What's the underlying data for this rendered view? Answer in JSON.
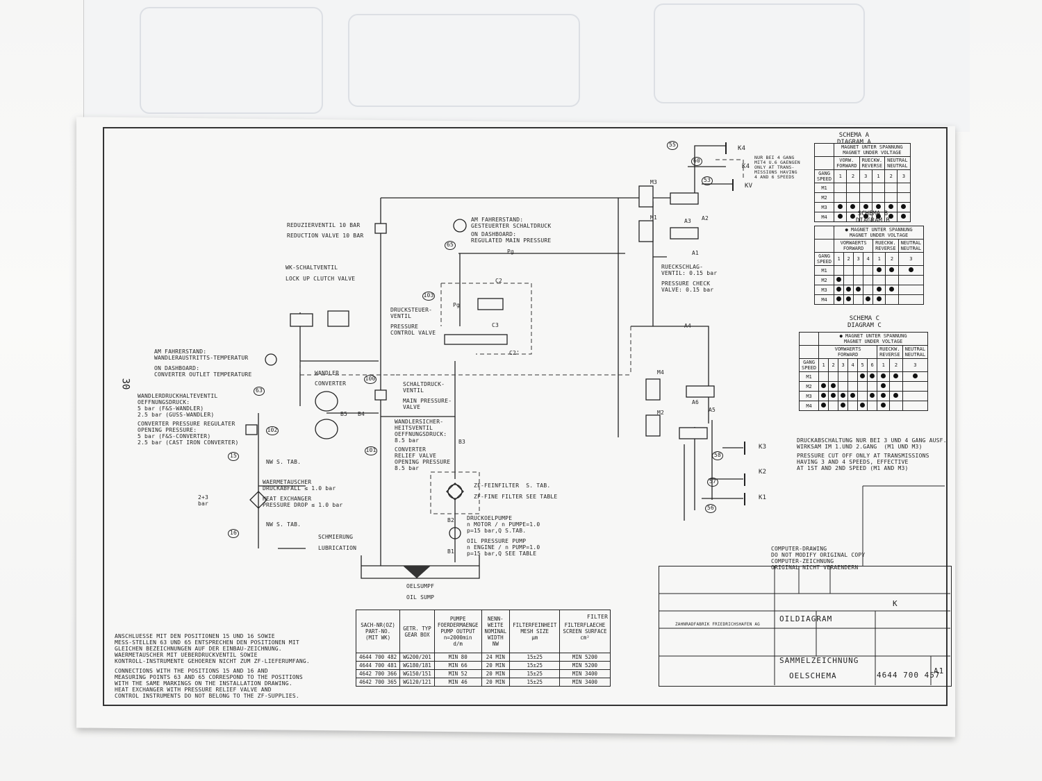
{
  "page_number": "30",
  "labels": {
    "reduzierventil": "REDUZIERVENTIL 10 BAR",
    "reduction": "REDUCTION VALVE 10 BAR",
    "wk": "WK-SCHALTVENTIL",
    "lockup": "LOCK UP CLUTCH VALVE",
    "am_fahrer": "AM FAHRERSTAND:\nGESTEUERTER SCHALTDRUCK",
    "on_dash": "ON DASHBOARD:\nREGULATED MAIN PRESSURE",
    "pg": "Pg",
    "drucksteuer": "DRUCKSTEUER-\nVENTIL",
    "pressure_control": "PRESSURE\nCONTROL VALVE",
    "am_fahrer2": "AM FAHRERSTAND:\nWANDLERAUSTRITTS-TEMPERATUR",
    "on_dash2": "ON DASHBOARD:\nCONVERTER OUTLET TEMPERATURE",
    "wandler": "WANDLER",
    "converter": "CONVERTER",
    "schaltdruck": "SCHALTDRUCK-\nVENTIL",
    "main_pressure": "MAIN PRESSURE-\nVALVE",
    "wandlerdruck": "WANDLERDRUCKHALTEVENTIL\nOEFFNUNGSDRUCK:\n5 bar (F&S-WANDLER)\n2.5 bar (GUSS-WANDLER)",
    "conv_reg": "CONVERTER PRESSURE REGULATER\nOPENING PRESSURE:\n5 bar (F&S-CONVERTER)\n2.5 bar (CAST IRON CONVERTER)",
    "wandlersicher": "WANDLERSICHER-\nHEITSVENTIL\nOEFFNUNGSDRUCK:\n8.5 bar",
    "conv_relief": "CONVERTER\nRELIEF VALVE\nOPENING PRESSURE\n8.5 bar",
    "nw1": "NW S. TAB.",
    "nw2": "NW S. TAB.",
    "waerme": "WAERMETAUSCHER\nDRUCKABFALL ≤ 1.0 bar",
    "heat": "HEAT EXCHANGER\nPRESSURE DROP ≤ 1.0 bar",
    "two_plus": "2+3\nbar",
    "schmierung": "SCHMIERUNG",
    "lubrication": "LUBRICATION",
    "feinfilter": "ZF-FEINFILTER  S. TAB.",
    "finefilter": "ZF-FINE FILTER SEE TABLE",
    "druckoel": "DRUCKOELPUMPE\nn MOTOR / n PUMPE=1.0\np=15 bar,Q S.TAB.",
    "oilpump": "OIL PRESSURE PUMP\nn ENGINE / n PUMP=1.0\np=15 bar,Q SEE TABLE",
    "oelsumpf": "OELSUMPF",
    "oilsump": "OIL SUMP",
    "rueck": "RUECKSCHLAG-\nVENTIL: 0.15 bar",
    "pcheck": "PRESSURE CHECK\nVALVE: 0.15 bar",
    "nur_bei": "NUR BEI 4 GANG\nMIT4 U.6 GAENGEN\nONLY AT TRANS-\nMISSIONS HAVING\n4 AND 6 SPEEDS",
    "druckab": "DRUCKABSCHALTUNG NUR BEI 3 UND 4 GANG AUSF.\nWIRKSAM IM 1.UND 2.GANG  (M1 UND M3)",
    "pcut": "PRESSURE CUT OFF ONLY AT TRANSMISSIONS\nHAVING 3 AND 4 SPEEDS, EFFECTIVE\nAT 1ST AND 2ND SPEED (M1 AND M3)",
    "anschl": "ANSCHLUESSE MIT DEN POSITIONEN 15 UND 16 SOWIE\nMESS-STELLEN 63 UND 65 ENTSPRECHEN DEN POSITIONEN MIT\nGLEICHEN BEZEICHNUNGEN AUF DER EINBAU-ZEICHNUNG.\nWAERMETAUSCHER MIT UEBERDRUCKVENTIL SOWIE\nKONTROLL-INSTRUMENTE GEHOEREN NICHT ZUM ZF-LIEFERUMFANG.",
    "connections": "CONNECTIONS WITH THE POSITIONS 15 AND 16 AND\nMEASURING POINTS 63 AND 65 CORRESPOND TO THE POSITIONS\nWITH THE SAME MARKINGS ON THE INSTALLATION DRAWING.\nHEAT EXCHANGER WITH PRESSURE RELIEF VALVE AND\nCONTROL INSTRUMENTS DO NOT BELONG TO THE ZF-SUPPLIES.",
    "computer": "COMPUTER-DRAWING\nDO NOT MODIFY ORIGINAL COPY\nCOMPUTER-ZEICHNUNG\nORIGINAL NICHT VERAENDERN",
    "filter_h": "FILTER"
  },
  "markers": [
    "55",
    "60",
    "53",
    "103",
    "65",
    "100",
    "63",
    "102",
    "101",
    "15",
    "16",
    "58",
    "57",
    "56"
  ],
  "ports": [
    "K4",
    "K4",
    "KV",
    "K3",
    "K2",
    "K1",
    "M3",
    "M1",
    "M4",
    "M2",
    "A3",
    "A2",
    "A1",
    "A4",
    "A5",
    "A6",
    "C2",
    "C3",
    "C2'",
    "B5",
    "B4",
    "B3",
    "B2",
    "B1"
  ],
  "schema_a": {
    "title": "SCHEMA A\nDIAGRAM A",
    "magnet": "MAGNET UNTER SPANNUNG\nMAGNET UNDER VOLTAGE",
    "cols": [
      "VORW.\nFORWARD",
      "RUECKW.\nREVERSE",
      "NEUTRAL\nNEUTRAL"
    ],
    "gang": "GANG\nSPEED",
    "nums": [
      "1",
      "2",
      "3",
      "1",
      "2",
      "3"
    ],
    "rows": [
      {
        "m": "M1",
        "d": [
          0,
          0,
          0,
          0,
          0,
          0
        ]
      },
      {
        "m": "M2",
        "d": [
          0,
          0,
          0,
          0,
          0,
          0
        ]
      },
      {
        "m": "M3",
        "d": [
          1,
          1,
          1,
          1,
          1,
          1
        ]
      },
      {
        "m": "M4",
        "d": [
          1,
          1,
          1,
          1,
          1,
          1
        ]
      }
    ]
  },
  "schema_b": {
    "title": "SCHEMA B\nDIAGRAM B",
    "magnet": "● MAGNET UNTER SPANNUNG\nMAGNET UNDER VOLTAGE",
    "cols": [
      "VORWAERTS\nFORWARD",
      "RUECKW.\nREVERSE",
      "NEUTRAL\nNEUTRAL"
    ],
    "gang": "GANG\nSPEED",
    "nums": [
      "1",
      "2",
      "3",
      "4",
      "1",
      "2",
      "3"
    ],
    "rows": [
      {
        "m": "M1",
        "d": [
          0,
          0,
          0,
          0,
          1,
          1,
          1
        ]
      },
      {
        "m": "M2",
        "d": [
          1,
          0,
          0,
          0,
          0,
          0,
          0
        ]
      },
      {
        "m": "M3",
        "d": [
          1,
          1,
          1,
          0,
          1,
          1,
          0
        ]
      },
      {
        "m": "M4",
        "d": [
          1,
          1,
          0,
          1,
          1,
          0,
          0
        ]
      }
    ]
  },
  "schema_c": {
    "title": "SCHEMA C\nDIAGRAM C",
    "magnet": "● MAGNET UNTER SPANNUNG\nMAGNET UNDER VOLTAGE",
    "cols": [
      "VORWAERTS\nFORWARD",
      "RUECKW.\nREVERSE",
      "NEUTRAL\nNEUTRAL"
    ],
    "gang": "GANG\nSPEED",
    "nums": [
      "1",
      "2",
      "3",
      "4",
      "5",
      "6",
      "1",
      "2",
      "3"
    ],
    "rows": [
      {
        "m": "M1",
        "d": [
          0,
          0,
          0,
          0,
          1,
          1,
          1,
          1,
          1
        ]
      },
      {
        "m": "M2",
        "d": [
          1,
          1,
          0,
          0,
          0,
          0,
          1,
          0,
          0
        ]
      },
      {
        "m": "M3",
        "d": [
          1,
          1,
          1,
          1,
          0,
          1,
          1,
          1,
          0
        ]
      },
      {
        "m": "M4",
        "d": [
          1,
          0,
          1,
          0,
          1,
          0,
          1,
          0,
          0
        ]
      }
    ]
  },
  "bottom_table": {
    "headers": [
      "SACH-NR(OZ)\nPART-NO.\n(MIT WK)",
      "GETR. TYP\nGEAR BOX",
      "PUMPE\nFOERDERMAENGE\nPUMP OUTPUT\nn=2000min\nd/m",
      "NENN-\nWEITE\nNOMINAL\nWIDTH\nNW",
      "FILTERFEINHEIT\nMESH SIZE\nμm",
      "FILTERFLAECHE\nSCREEN SURFACE\ncm²"
    ],
    "rows": [
      [
        "4644 700 482",
        "WG200/201",
        "MIN 80",
        "24 MIN",
        "15±25",
        "MIN 5200"
      ],
      [
        "4644 700 481",
        "WG180/181",
        "MIN 66",
        "20 MIN",
        "15±25",
        "MIN 5200"
      ],
      [
        "4642 700 366",
        "WG150/151",
        "MIN 52",
        "20 MIN",
        "15±25",
        "MIN 3400"
      ],
      [
        "4642 700 365",
        "WG120/121",
        "MIN 46",
        "20 MIN",
        "15±25",
        "MIN 3400"
      ]
    ]
  },
  "title_block": {
    "oildiagram": "OILDIAGRAM",
    "sammel": "SAMMELZEICHNUNG",
    "oelschema": "OELSCHEMA",
    "drawing_no": "4644 700 457",
    "sheet": "A1",
    "k": "K",
    "company": "ZAHNRADFABRIK FRIEDRICHSHAFEN AG"
  },
  "colors": {
    "ink": "#1a1a1a",
    "paper": "#f7f7f6"
  }
}
